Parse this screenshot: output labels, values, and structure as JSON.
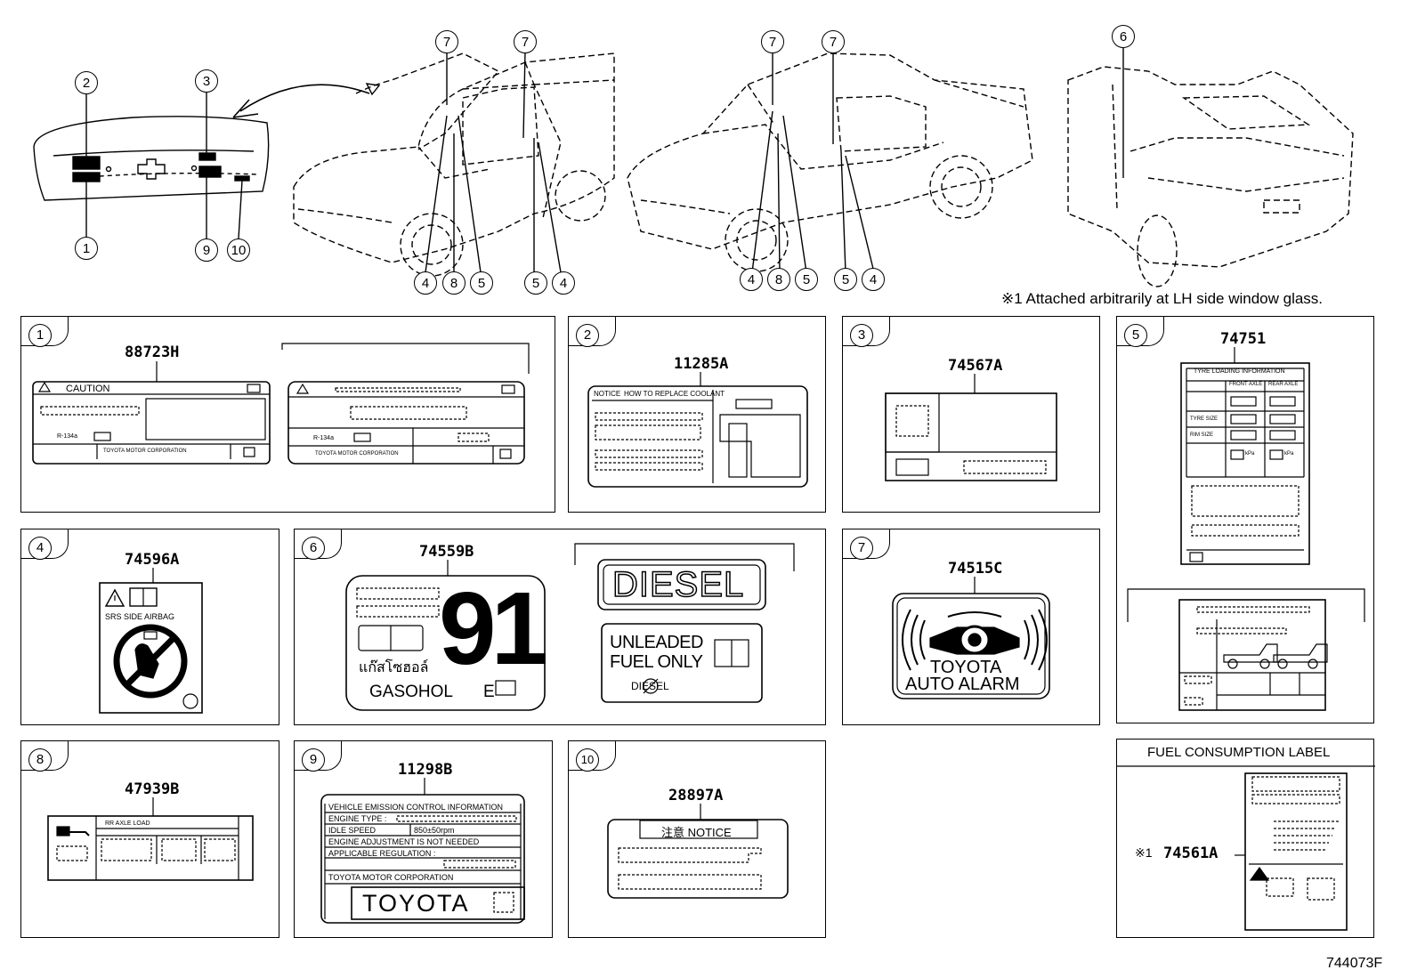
{
  "footnote": "※1  Attached arbitrarily at LH side window glass.",
  "figure_code": "744073F",
  "callouts": {
    "hood": [
      "2",
      "3",
      "1",
      "9",
      "10"
    ],
    "car1_top": [
      "7",
      "7"
    ],
    "car1_bottom": [
      "4",
      "8",
      "5",
      "5",
      "4"
    ],
    "car2_top": [
      "7",
      "7"
    ],
    "car2_bottom": [
      "4",
      "8",
      "5",
      "5",
      "4"
    ],
    "car3_top": [
      "6"
    ]
  },
  "panels": {
    "p1": {
      "num": "1",
      "part": "88723H",
      "caution": "CAUTION",
      "maker": "TOYOTA MOTOR CORPORATION",
      "r134a": "R-134a"
    },
    "p2": {
      "num": "2",
      "part": "11285A",
      "notice": "NOTICE",
      "howto": "HOW TO REPLACE COOLANT"
    },
    "p3": {
      "num": "3",
      "part": "74567A"
    },
    "p4": {
      "num": "4",
      "part": "74596A",
      "srs": "SRS   SIDE   AIRBAG"
    },
    "p5": {
      "num": "5",
      "part": "74751",
      "tyre": "TYRE LOADING INFORMATION",
      "front": "FRONT AXLE",
      "rear": "REAR AXLE",
      "tyre_size": "TYRE SIZE",
      "rim_size": "RIM SIZE",
      "kpa": "kPa"
    },
    "p6": {
      "num": "6",
      "part": "74559B",
      "octane": "91",
      "thai": "แก๊สโซฮอล์",
      "gasohol": "GASOHOL",
      "e": "E",
      "diesel": "DIESEL",
      "unleaded": "UNLEADED",
      "fuel_only": "FUEL ONLY",
      "diesel_small": "DIESEL"
    },
    "p7": {
      "num": "7",
      "part": "74515C",
      "toyota": "TOYOTA",
      "alarm": "AUTO ALARM"
    },
    "p8": {
      "num": "8",
      "part": "47939B",
      "rr": "RR AXLE LOAD"
    },
    "p9": {
      "num": "9",
      "part": "11298B",
      "vec": "VEHICLE EMISSION CONTROL INFORMATION",
      "engine_type": "ENGINE TYPE :",
      "idle": "IDLE SPEED",
      "rpm": "850±50rpm",
      "adjust": "ENGINE ADJUSTMENT IS NOT NEEDED",
      "reg": "APPLICABLE REGULATION :",
      "corp": "TOYOTA MOTOR CORPORATION",
      "brand": "TOYOTA"
    },
    "p10": {
      "num": "10",
      "part": "28897A",
      "notice": "注意 NOTICE"
    },
    "pfuel": {
      "title": "FUEL CONSUMPTION LABEL",
      "mark": "※1",
      "part": "74561A"
    }
  }
}
